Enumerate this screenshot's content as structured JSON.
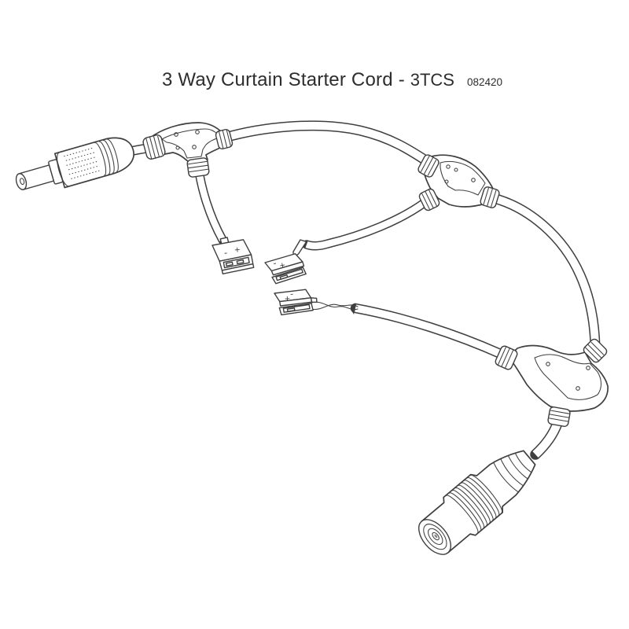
{
  "header": {
    "title": "3 Way Curtain Starter Cord",
    "separator": "-",
    "model": "3TCS",
    "sku": "082420"
  },
  "clips": [
    {
      "labels": [
        "-",
        "+"
      ]
    },
    {
      "labels": [
        "-",
        "+"
      ]
    },
    {
      "labels": [
        "-",
        "+"
      ]
    }
  ],
  "colors": {
    "background": "#ffffff",
    "line": "#3f3f3f",
    "text": "#2d2d2d"
  }
}
